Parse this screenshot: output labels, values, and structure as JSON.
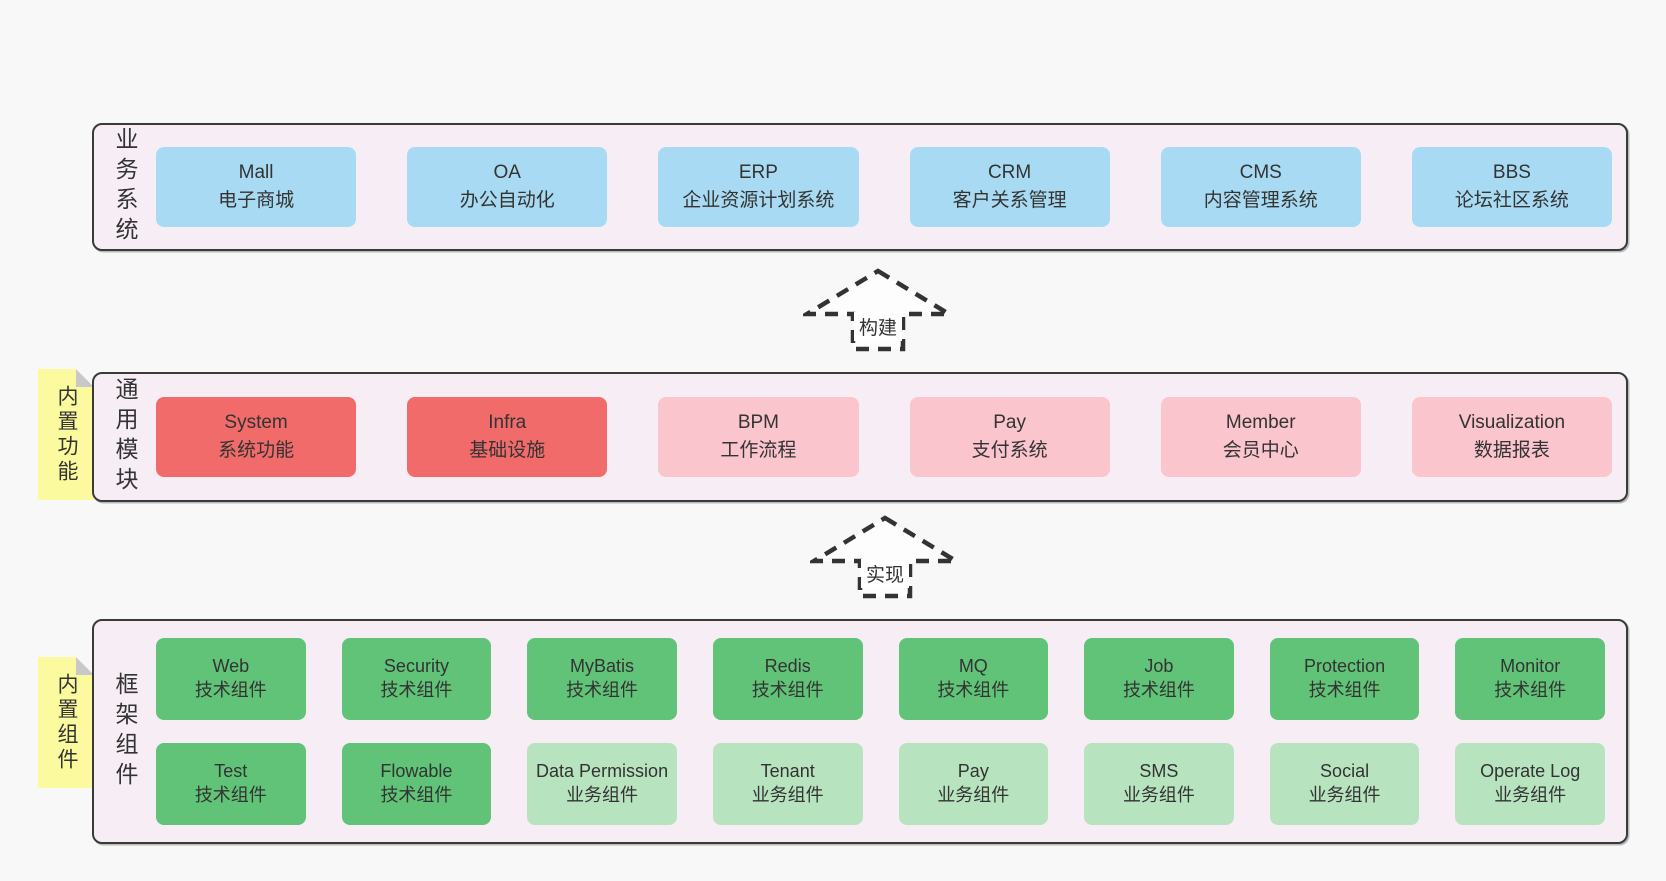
{
  "diagram": {
    "layers": [
      {
        "label": "业务系统",
        "boxes": [
          {
            "name": "Mall",
            "subtitle": "电子商城",
            "type": "blue"
          },
          {
            "name": "OA",
            "subtitle": "办公自动化",
            "type": "blue"
          },
          {
            "name": "ERP",
            "subtitle": "企业资源计划系统",
            "type": "blue"
          },
          {
            "name": "CRM",
            "subtitle": "客户关系管理",
            "type": "blue"
          },
          {
            "name": "CMS",
            "subtitle": "内容管理系统",
            "type": "blue"
          },
          {
            "name": "BBS",
            "subtitle": "论坛社区系统",
            "type": "blue"
          }
        ]
      },
      {
        "label": "通用模块",
        "note": "内置功能",
        "boxes": [
          {
            "name": "System",
            "subtitle": "系统功能",
            "type": "red"
          },
          {
            "name": "Infra",
            "subtitle": "基础设施",
            "type": "red"
          },
          {
            "name": "BPM",
            "subtitle": "工作流程",
            "type": "pink"
          },
          {
            "name": "Pay",
            "subtitle": "支付系统",
            "type": "pink"
          },
          {
            "name": "Member",
            "subtitle": "会员中心",
            "type": "pink"
          },
          {
            "name": "Visualization",
            "subtitle": "数据报表",
            "type": "pink"
          }
        ]
      },
      {
        "label": "框架组件",
        "note": "内置组件",
        "boxes": [
          {
            "name": "Web",
            "subtitle": "技术组件",
            "type": "green"
          },
          {
            "name": "Security",
            "subtitle": "技术组件",
            "type": "green"
          },
          {
            "name": "MyBatis",
            "subtitle": "技术组件",
            "type": "green"
          },
          {
            "name": "Redis",
            "subtitle": "技术组件",
            "type": "green"
          },
          {
            "name": "MQ",
            "subtitle": "技术组件",
            "type": "green"
          },
          {
            "name": "Job",
            "subtitle": "技术组件",
            "type": "green"
          },
          {
            "name": "Protection",
            "subtitle": "技术组件",
            "type": "green"
          },
          {
            "name": "Monitor",
            "subtitle": "技术组件",
            "type": "green"
          },
          {
            "name": "Test",
            "subtitle": "技术组件",
            "type": "green"
          },
          {
            "name": "Flowable",
            "subtitle": "技术组件",
            "type": "green"
          },
          {
            "name": "Data Permission",
            "subtitle": "业务组件",
            "type": "lightgreen"
          },
          {
            "name": "Tenant",
            "subtitle": "业务组件",
            "type": "lightgreen"
          },
          {
            "name": "Pay",
            "subtitle": "业务组件",
            "type": "lightgreen"
          },
          {
            "name": "SMS",
            "subtitle": "业务组件",
            "type": "lightgreen"
          },
          {
            "name": "Social",
            "subtitle": "业务组件",
            "type": "lightgreen"
          },
          {
            "name": "Operate Log",
            "subtitle": "业务组件",
            "type": "lightgreen"
          }
        ]
      }
    ],
    "arrows": [
      {
        "label": "构建"
      },
      {
        "label": "实现"
      }
    ]
  },
  "colors": {
    "pagebg": "#f8f8f8",
    "layerbg": "#f7edf5",
    "border": "#3a3a3a",
    "text": "#333333",
    "blue": "#a8dbf3",
    "red": "#f16b6b",
    "pink": "#fac5cd",
    "green": "#60c377",
    "lightgreen": "#b7e3bf",
    "note": "#fcfa9f",
    "notefold": "#c8c8c8",
    "arrowstroke": "#333333",
    "arrowfill": "#fdfdfd"
  }
}
